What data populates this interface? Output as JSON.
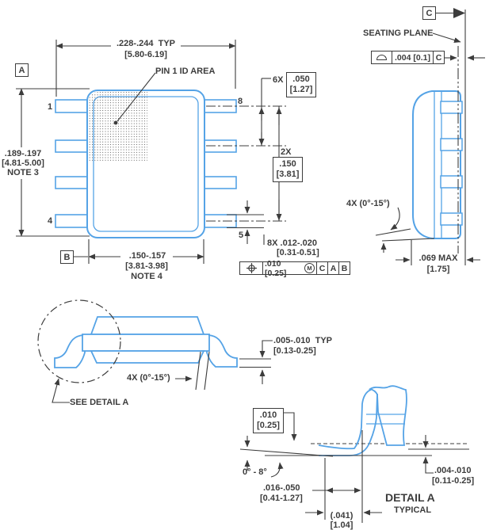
{
  "top": {
    "width_dim": ".228-.244  TYP",
    "width_mm": "[5.80-6.19]",
    "pin1_area": "PIN 1 ID AREA",
    "pin1": "1",
    "pin4": "4",
    "pin8": "8",
    "pin5": "5",
    "height_dim": ".189-.197",
    "height_mm": "[4.81-5.00]",
    "height_note": "NOTE 3",
    "datum_a": "A",
    "datum_b": "B",
    "body_dim": ".150-.157",
    "body_mm": "[3.81-3.98]",
    "body_note": "NOTE 4",
    "pitch_qty": "6X",
    "pitch_in": ".050",
    "pitch_mm": "[1.27]",
    "span_qty": "2X",
    "span_in": ".150",
    "span_mm": "[3.81]",
    "lead_w": "8X .012-.020",
    "lead_w_mm": "[0.31-0.51]",
    "fcf_tol": ".010 [0.25]",
    "fcf_mod": "M",
    "fcf_c": "C",
    "fcf_a": "A",
    "fcf_b": "B"
  },
  "side": {
    "datum_c": "C",
    "seating": "SEATING PLANE",
    "fcf_tol": ".004 [0.1]",
    "fcf_datum": "C",
    "angle": "4X (0°-15°)",
    "h_dim": ".069 MAX",
    "h_mm": "[1.75]"
  },
  "front": {
    "angle": "4X (0°-15°)",
    "thick_dim": ".005-.010  TYP",
    "thick_mm": "[0.13-0.25]",
    "see_detail": "SEE DETAIL A"
  },
  "detail": {
    "gauge_in": ".010",
    "gauge_mm": "[0.25]",
    "angle": "0° - 8°",
    "foot_dim": ".016-.050",
    "foot_mm": "[0.41-1.27]",
    "ref_dim": "(.041)",
    "ref_mm": "[1.04]",
    "standoff_dim": ".004-.010",
    "standoff_mm": "[0.11-0.25]",
    "title": "DETAIL A",
    "subtitle": "TYPICAL"
  },
  "colors": {
    "line_blue": "#55a3e6",
    "line_dark": "#3c3c3c"
  }
}
